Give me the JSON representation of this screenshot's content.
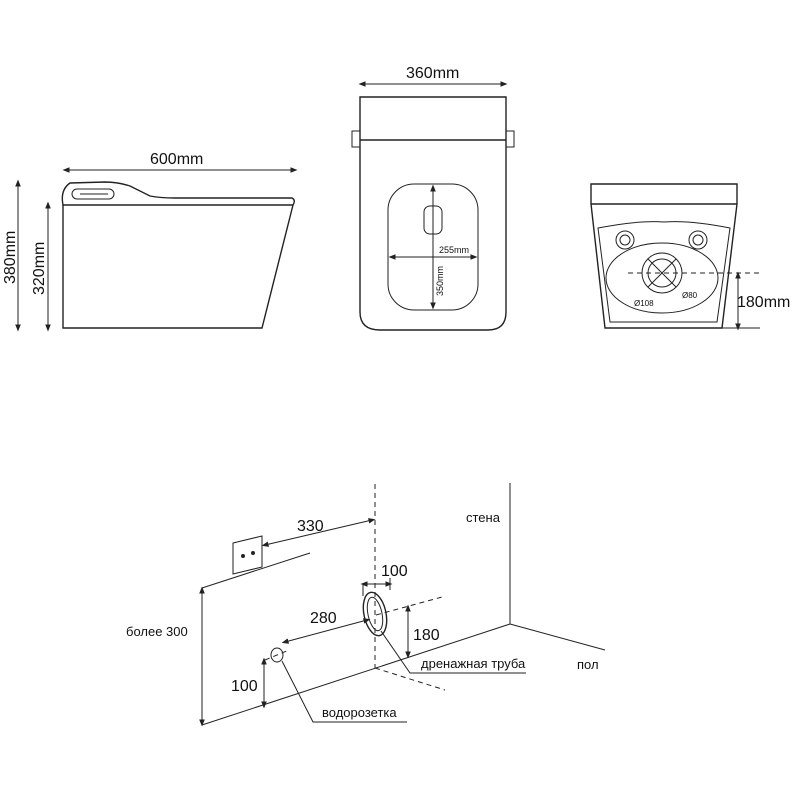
{
  "views": {
    "side": {
      "length_label": "600mm",
      "height_total_label": "380mm",
      "height_body_label": "320mm"
    },
    "top": {
      "width_label": "360mm",
      "inner_width_label": "255mm",
      "inner_length_label": "350mm"
    },
    "bottom": {
      "outlet_height_label": "180mm",
      "outlet_outer_label": "Ø108",
      "outlet_inner_label": "Ø80"
    }
  },
  "installation": {
    "socket_distance_label": "330",
    "drain_width_label": "100",
    "water_distance_label": "280",
    "drain_height_label": "180",
    "socket_height_label": "более 300",
    "water_height_label": "100",
    "wall_label": "стена",
    "floor_label": "пол",
    "drain_label": "дренажная труба",
    "water_label": "водорозетка"
  }
}
